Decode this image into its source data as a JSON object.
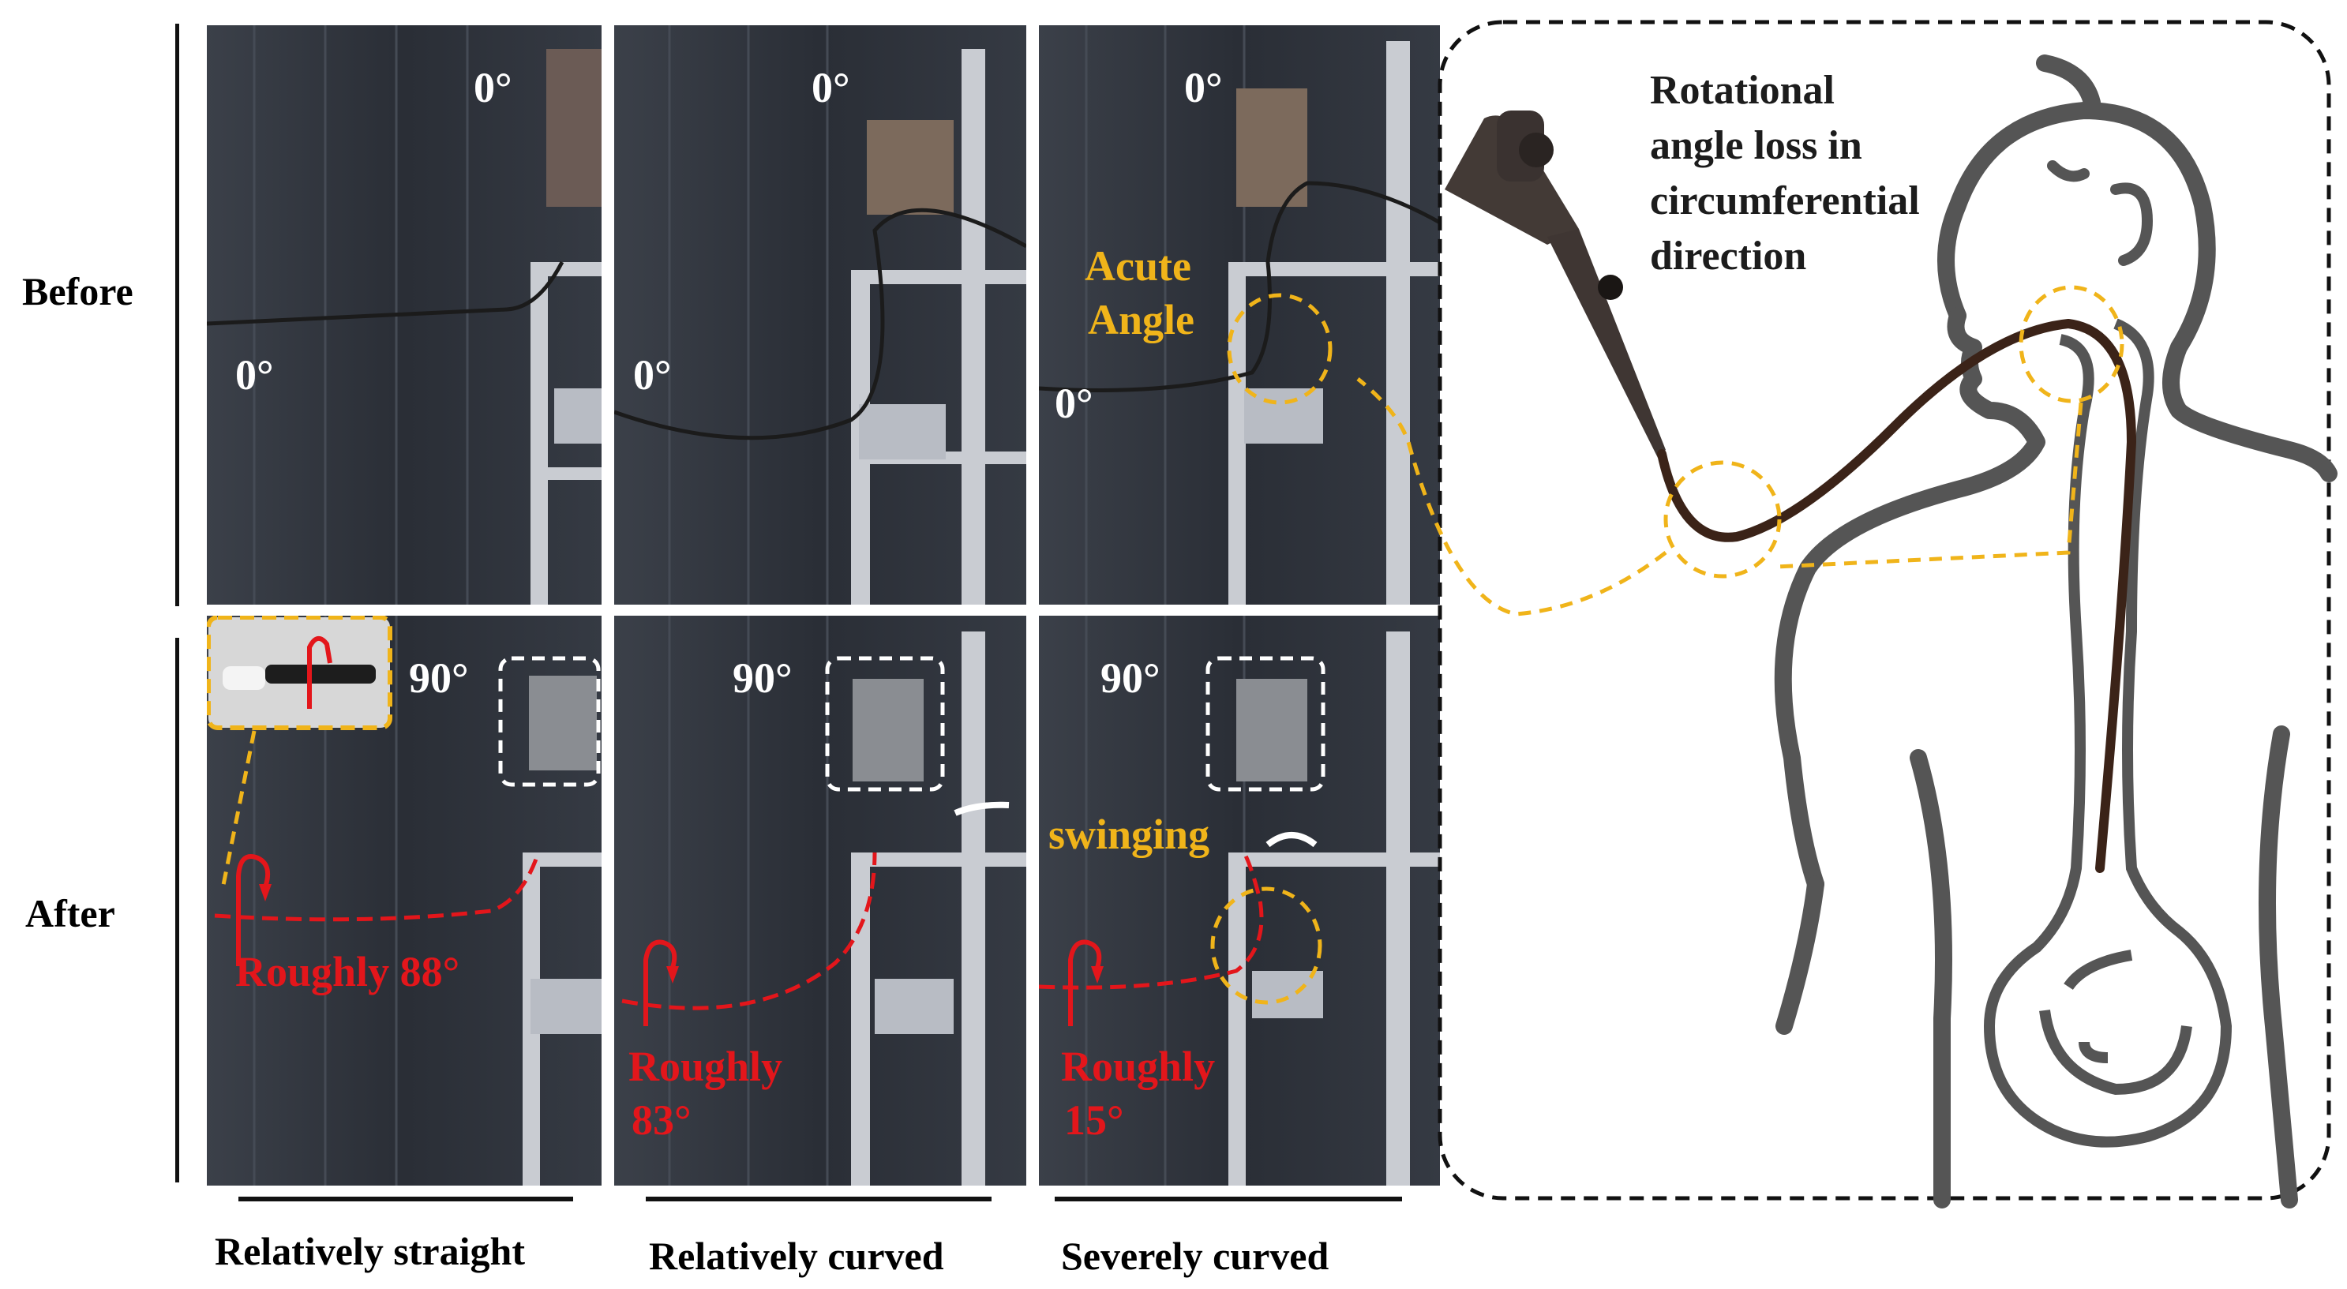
{
  "row_labels": {
    "before": "Before",
    "after": "After"
  },
  "columns": [
    {
      "caption": "Relatively straight"
    },
    {
      "caption": "Relatively curved"
    },
    {
      "caption": "Severely curved"
    }
  ],
  "before_panels": [
    {
      "handle_angle": "0°",
      "tip_angle": "0°"
    },
    {
      "handle_angle": "0°",
      "tip_angle": "0°"
    },
    {
      "handle_angle": "0°",
      "tip_angle": "0°",
      "note_line1": "Acute",
      "note_line2": "Angle"
    }
  ],
  "after_panels": [
    {
      "handle_angle": "90°",
      "result": "Roughly 88°"
    },
    {
      "handle_angle": "90°",
      "result_line1": "Roughly",
      "result_line2": "83°"
    },
    {
      "handle_angle": "90°",
      "result_line1": "Roughly",
      "result_line2": "15°",
      "note": "swinging"
    }
  ],
  "anatomy": {
    "caption_lines": [
      "Rotational",
      "angle loss in",
      "circumferential",
      "direction"
    ]
  },
  "colors": {
    "highlight_yellow": "#f0b41a",
    "arrow_red": "#e3161b",
    "backdrop": "#2c3038",
    "body_outline": "#555555",
    "scope_tube": "#3b2318"
  }
}
